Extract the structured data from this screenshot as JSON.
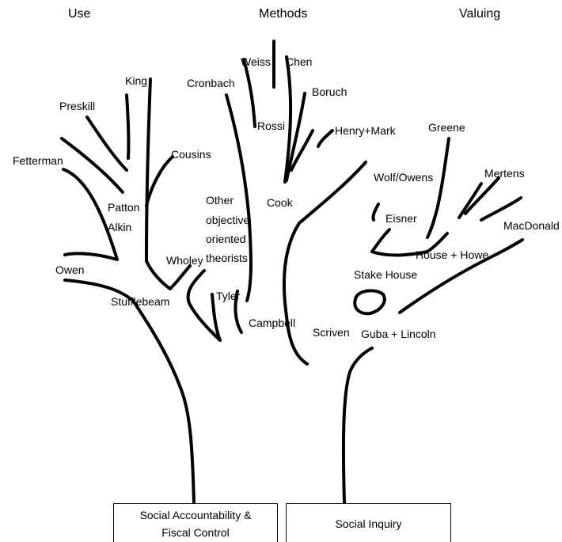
{
  "headers": {
    "use": "Use",
    "methods": "Methods",
    "valuing": "Valuing"
  },
  "use_branch": {
    "king": "King",
    "preskill": "Preskill",
    "fetterman": "Fetterman",
    "cousins": "Cousins",
    "patton": "Patton",
    "alkin": "Alkin",
    "owen": "Owen",
    "wholey": "Wholey",
    "stufflebeam": "Stufflebeam"
  },
  "methods_branch": {
    "weiss": "Weiss",
    "chen": "Chen",
    "cronbach": "Cronbach",
    "boruch": "Boruch",
    "rossi": "Rossi",
    "henry_mark": "Henry+Mark",
    "cook": "Cook",
    "other_objective": [
      "Other",
      "objective",
      "oriented",
      "theorists"
    ],
    "tyler": "Tyler",
    "campbell": "Campbell",
    "scriven": "Scriven"
  },
  "valuing_branch": {
    "greene": "Greene",
    "wolf_owens": "Wolf/Owens",
    "mertens": "Mertens",
    "eisner": "Eisner",
    "macdonald": "MacDonald",
    "house_howe": "House + Howe",
    "stake_house": "Stake House",
    "guba_lincoln": "Guba + Lincoln"
  },
  "roots": {
    "left": [
      "Social Accountability &",
      "Fiscal Control"
    ],
    "right": "Social Inquiry"
  }
}
